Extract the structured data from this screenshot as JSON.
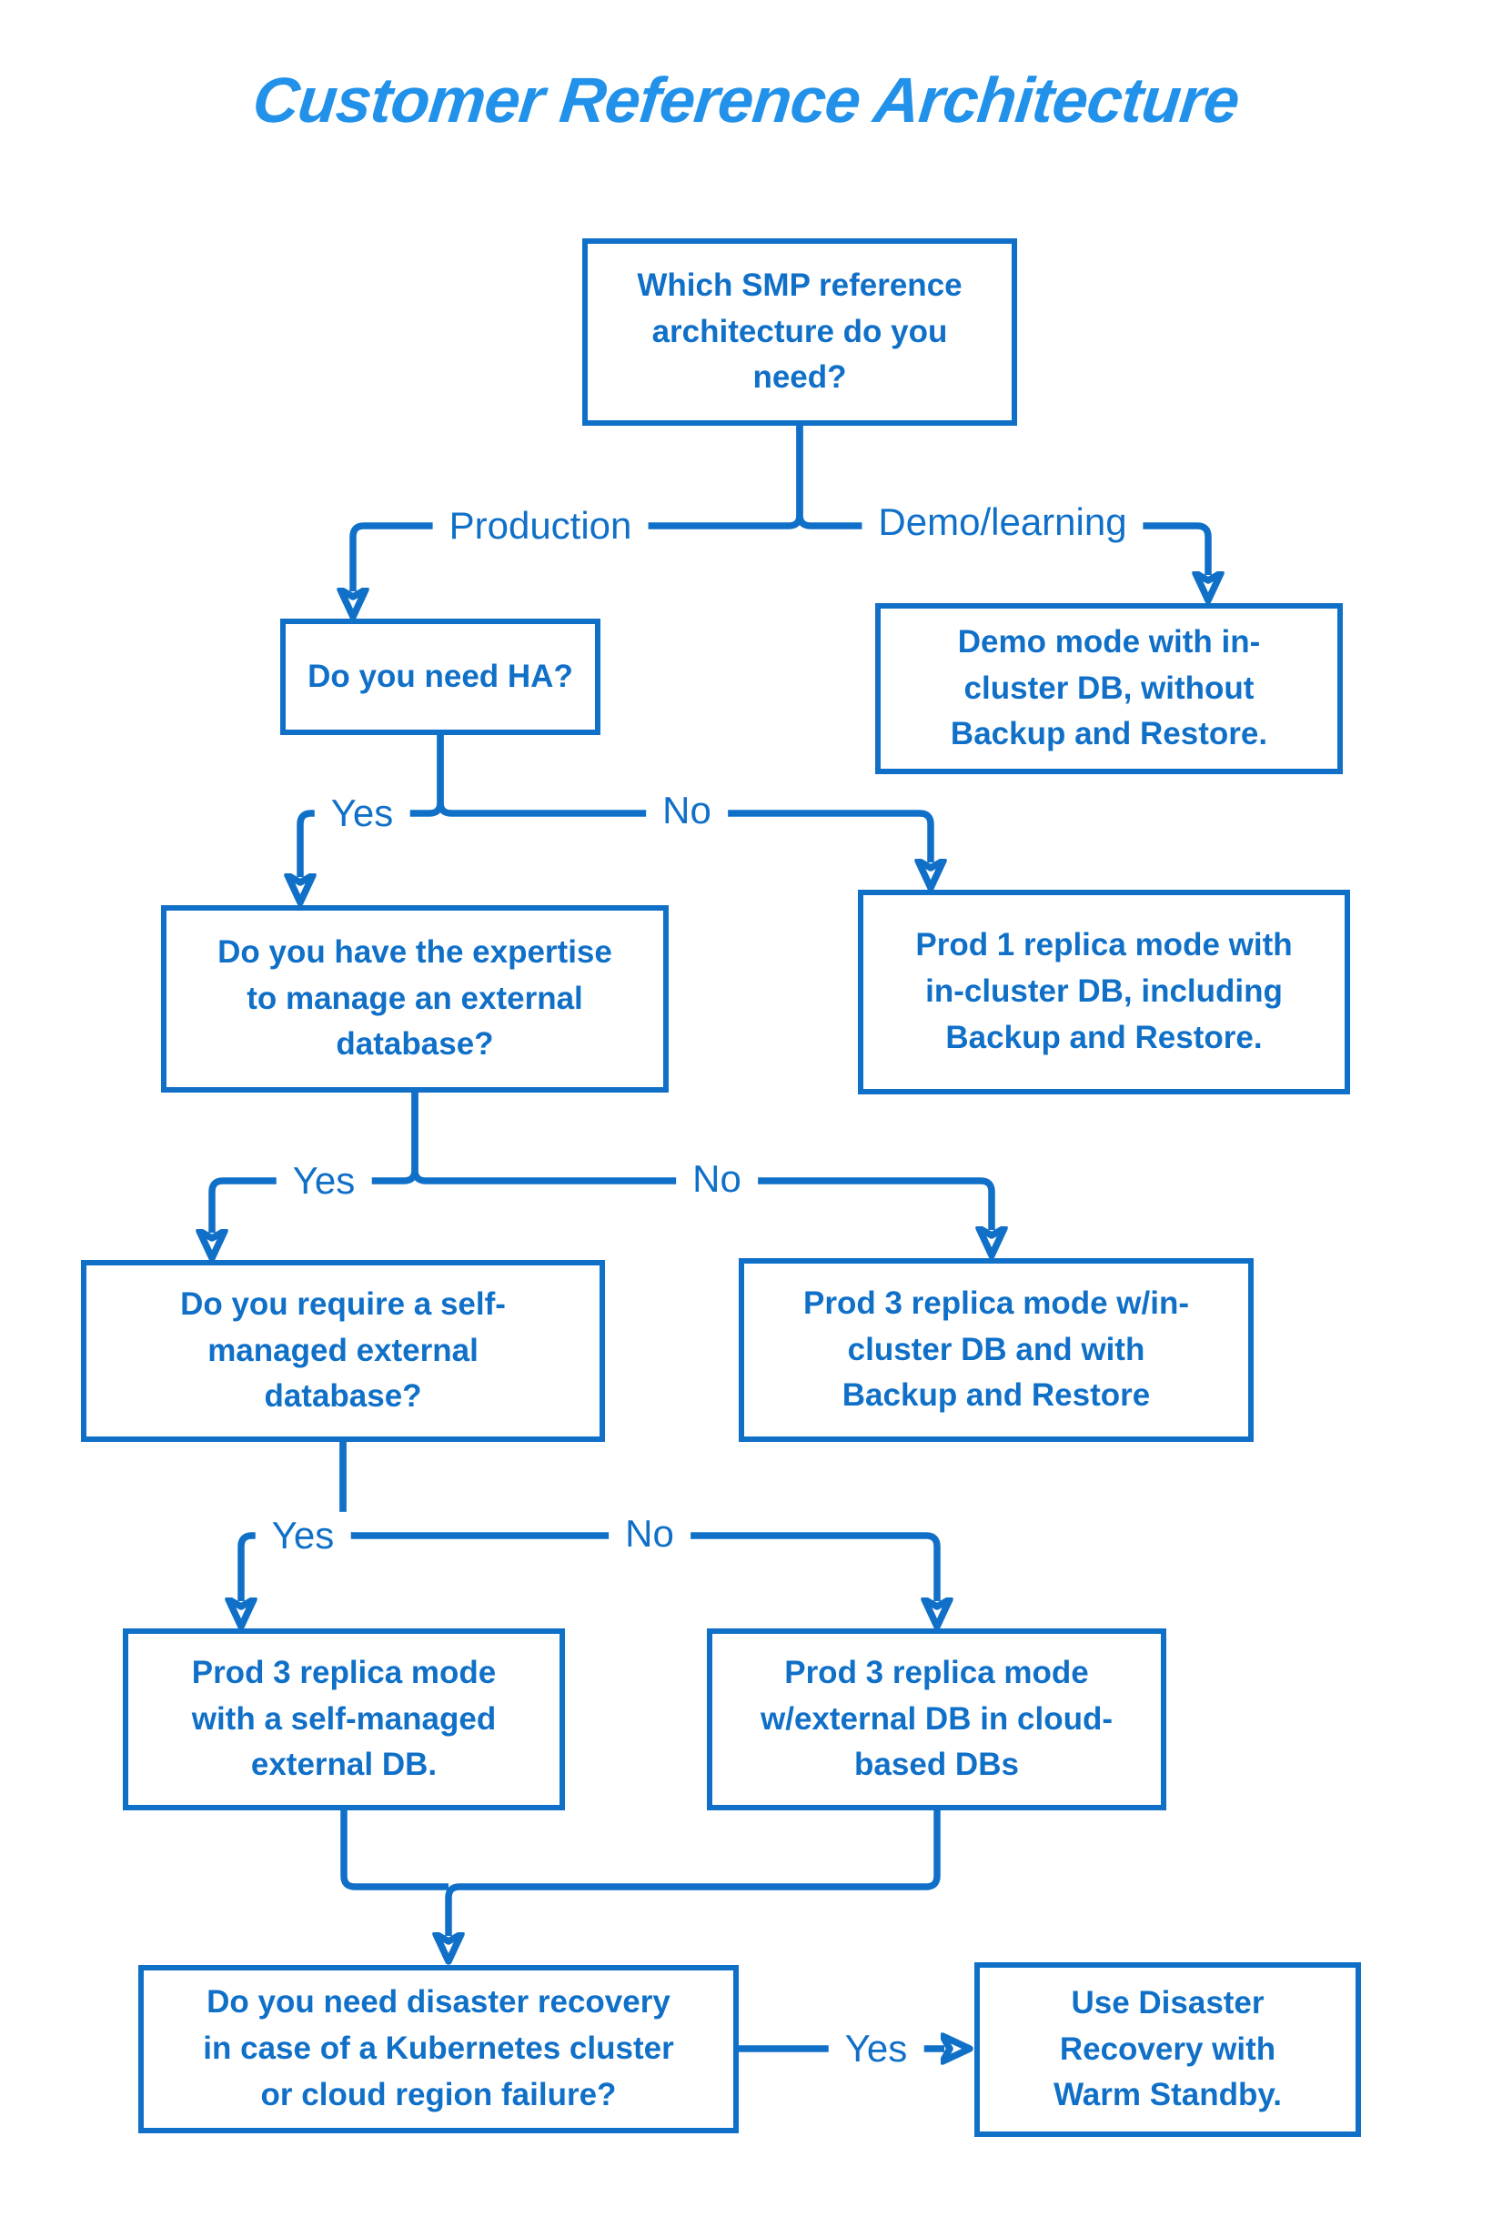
{
  "title": "Customer Reference Architecture",
  "colors": {
    "accent_blue": "#1070c8",
    "title_blue": "#2191ea",
    "background": "#ffffff"
  },
  "flowchart": {
    "nodes": {
      "root": {
        "text": "Which SMP reference\narchitecture do you\nneed?"
      },
      "need_ha": {
        "text": "Do you need HA?"
      },
      "demo_mode": {
        "text": "Demo mode with in-\ncluster DB, without\nBackup and Restore."
      },
      "expertise": {
        "text": "Do you have the expertise\nto manage an external\ndatabase?"
      },
      "prod1_incluster": {
        "text": "Prod 1 replica mode with\nin-cluster DB, including\nBackup and Restore."
      },
      "self_managed_q": {
        "text": "Do you require a self-\nmanaged external\ndatabase?"
      },
      "prod3_incluster": {
        "text": "Prod 3 replica mode w/in-\ncluster DB and with\nBackup and Restore"
      },
      "prod3_self_managed": {
        "text": "Prod 3 replica mode\nwith a self-managed\nexternal DB."
      },
      "prod3_cloud": {
        "text": "Prod 3 replica mode\nw/external DB in cloud-\nbased DBs"
      },
      "disaster_recovery_q": {
        "text": "Do you need disaster recovery\nin case of a Kubernetes cluster\nor cloud region failure?"
      },
      "warm_standby": {
        "text": "Use Disaster\nRecovery with\nWarm Standby."
      }
    },
    "edges": {
      "production": {
        "label": "Production",
        "from": "root",
        "to": "need_ha"
      },
      "demo_learning": {
        "label": "Demo/learning",
        "from": "root",
        "to": "demo_mode"
      },
      "ha_yes": {
        "label": "Yes",
        "from": "need_ha",
        "to": "expertise"
      },
      "ha_no": {
        "label": "No",
        "from": "need_ha",
        "to": "prod1_incluster"
      },
      "expertise_yes": {
        "label": "Yes",
        "from": "expertise",
        "to": "self_managed_q"
      },
      "expertise_no": {
        "label": "No",
        "from": "expertise",
        "to": "prod3_incluster"
      },
      "self_managed_yes": {
        "label": "Yes",
        "from": "self_managed_q",
        "to": "prod3_self_managed"
      },
      "self_managed_no": {
        "label": "No",
        "from": "self_managed_q",
        "to": "prod3_cloud"
      },
      "merge_left": {
        "label": "",
        "from": "prod3_self_managed",
        "to": "disaster_recovery_q"
      },
      "merge_right": {
        "label": "",
        "from": "prod3_cloud",
        "to": "disaster_recovery_q"
      },
      "dr_yes": {
        "label": "Yes",
        "from": "disaster_recovery_q",
        "to": "warm_standby"
      }
    }
  }
}
